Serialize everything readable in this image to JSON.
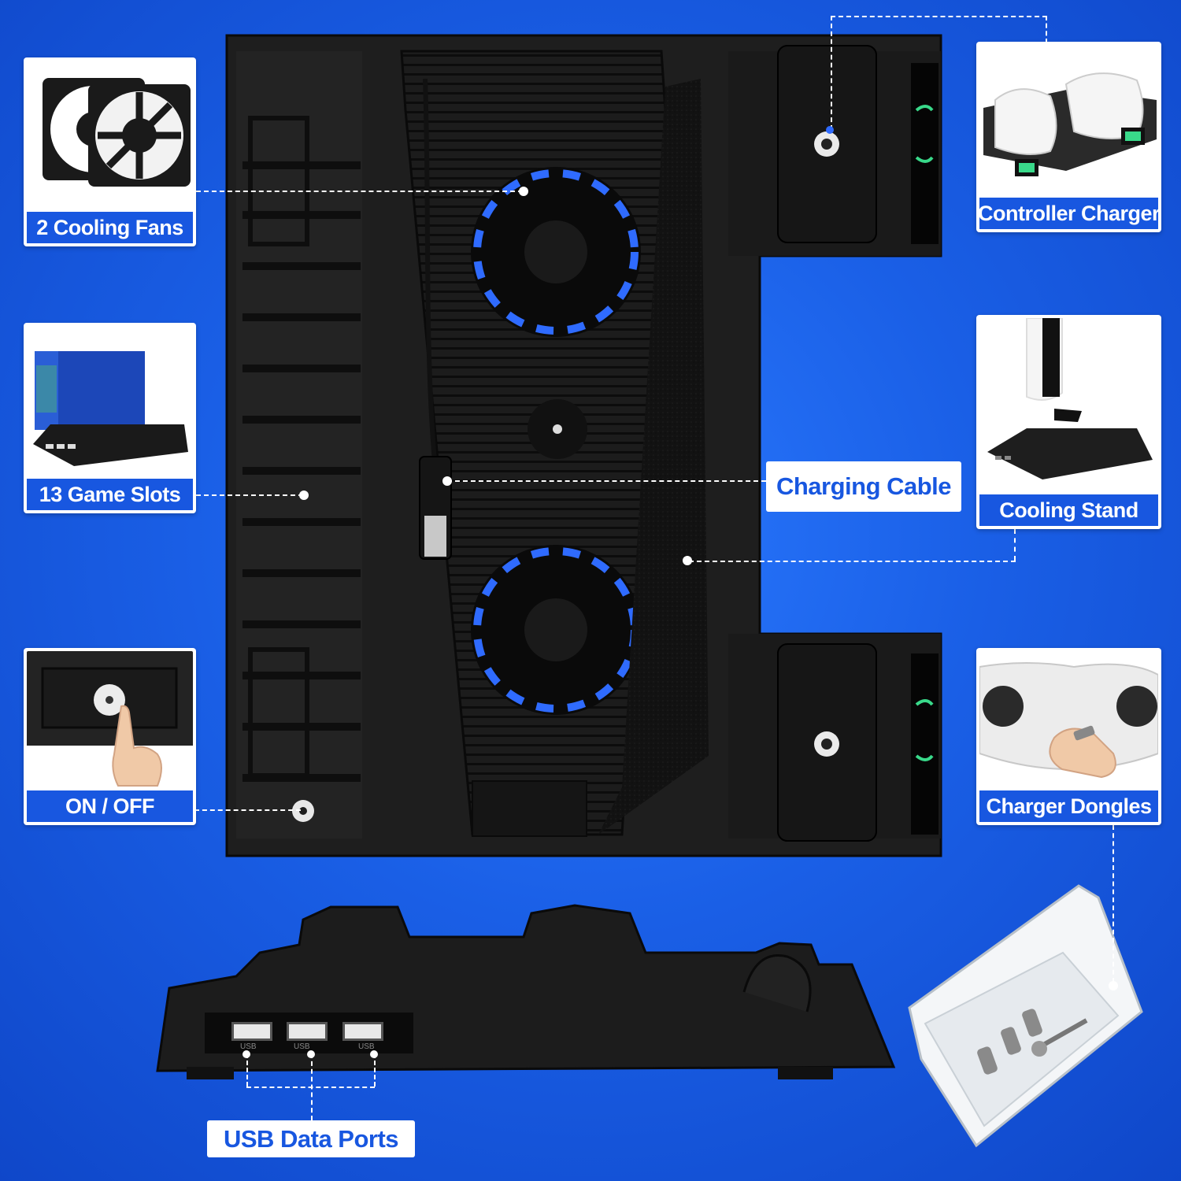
{
  "features": {
    "cooling_fans": "2 Cooling Fans",
    "game_slots": "13 Game Slots",
    "on_off": "ON / OFF",
    "controller_charger": "Controller Charger",
    "cooling_stand": "Cooling Stand",
    "charger_dongles": "Charger Dongles"
  },
  "callouts": {
    "charging_cable": "Charging Cable",
    "usb_data_ports": "USB Data Ports"
  },
  "ports": {
    "usb1": "USB",
    "usb2": "USB",
    "usb3": "USB"
  },
  "colors": {
    "background": "#1a5fe6",
    "accent_label": "#1857e0",
    "fan_blue": "#2f6bff",
    "led_green": "#39d98a"
  }
}
